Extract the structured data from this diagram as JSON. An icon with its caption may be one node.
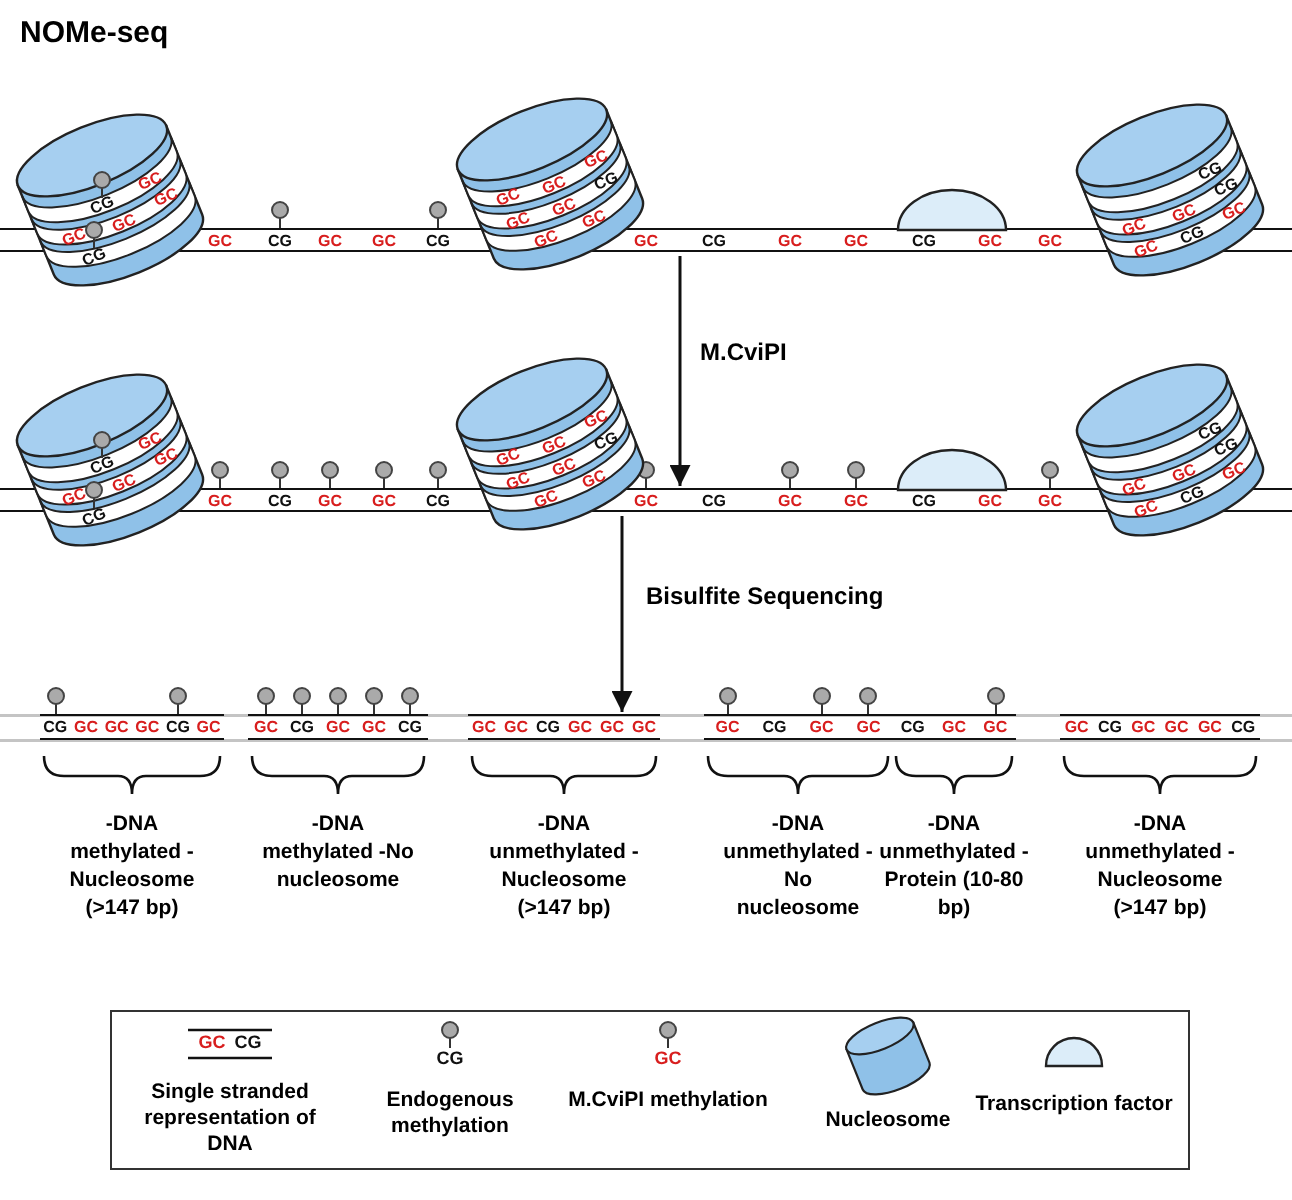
{
  "diagram": {
    "title": "NOMe-seq",
    "nodes": [
      {
        "text": [
          "GC",
          "CG",
          "GC",
          "GC",
          "CG",
          "GC",
          "CG",
          "GC",
          "GC",
          "CG",
          "GC",
          "GC"
        ]
      },
      {
        "text": [
          "CG",
          "GC",
          "GC",
          "GC",
          "GC",
          "CG"
        ]
      },
      {
        "text": [
          "GC",
          "GC",
          "GC",
          "CG",
          "GC",
          "GC",
          "GC",
          "GC"
        ]
      },
      {
        "text": [
          "CG",
          "GC",
          "GC",
          "CG",
          "GC",
          "CG",
          "GC"
        ]
      },
      {
        "text": [],
        "shape": "dome"
      },
      {
        "text": [
          "GC",
          "CG",
          "GC",
          "GC",
          "CG",
          "GC",
          "CG",
          "GC",
          "GC",
          "CG",
          "GC",
          "GC"
        ]
      },
      {
        "text": [
          "CG",
          "GC",
          "GC",
          "GC",
          "GC",
          "CG"
        ]
      },
      {
        "text": [
          "GC",
          "GC",
          "GC",
          "CG",
          "GC",
          "GC",
          "GC",
          "GC"
        ]
      },
      {
        "text": [
          "CG",
          "GC",
          "GC",
          "CG",
          "GC",
          "CG",
          "GC"
        ]
      },
      {
        "text": [],
        "shape": "dome"
      },
      {
        "text": [
          "CG",
          "GC",
          "GC",
          "GC",
          "CG",
          "GC"
        ],
        "beside": [
          "-DNA methylated -Nucleosome (>147 bp)"
        ]
      },
      {
        "text": [
          "GC",
          "CG",
          "GC",
          "GC",
          "CG"
        ],
        "beside": [
          "-DNA methylated -No nucleosome"
        ]
      },
      {
        "text": [
          "GC",
          "GC",
          "CG",
          "GC",
          "GC",
          "GC"
        ],
        "beside": [
          "-DNA unmethylated -Nucleosome (>147 bp)"
        ]
      },
      {
        "text": [
          "GC",
          "CG",
          "GC",
          "GC"
        ],
        "beside": [
          "-DNA unmethylated -No nucleosome"
        ]
      },
      {
        "text": [
          "CG",
          "GC",
          "GC"
        ],
        "beside": [
          "-DNA unmethylated -Protein (10-80 bp)"
        ]
      },
      {
        "text": [
          "GC",
          "CG",
          "GC",
          "GC",
          "GC",
          "CG"
        ],
        "beside": [
          "-DNA unmethylated -Nucleosome (>147 bp)"
        ]
      }
    ],
    "edges": [
      {
        "from": 0,
        "to": 5,
        "arrow": "to",
        "label": "M.CviPI"
      },
      {
        "from": 5,
        "to": 12,
        "arrow": "to",
        "label": "Bisulfite Sequencing"
      }
    ],
    "labels": [
      "GC",
      "CG",
      "CG",
      "GC"
    ],
    "legend": [
      {
        "text": "Single stranded representation of DNA"
      },
      {
        "text": "Endogenous methylation"
      },
      {
        "text": "M.CviPI methylation"
      },
      {
        "text": "Nucleosome"
      },
      {
        "text": "Transcription factor"
      }
    ]
  }
}
